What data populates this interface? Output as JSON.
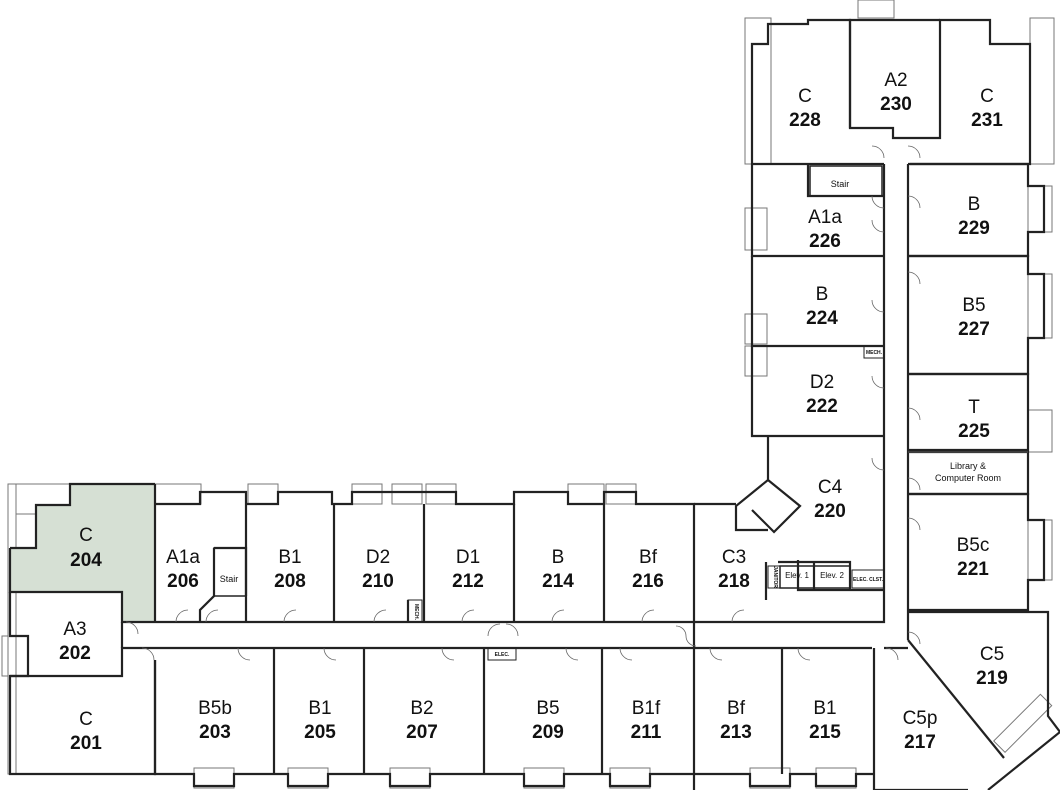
{
  "floor_plan": {
    "highlight_color": "#d6e0d4",
    "highlighted_unit": "204",
    "units": [
      {
        "type": "C",
        "number": "228"
      },
      {
        "type": "A2",
        "number": "230"
      },
      {
        "type": "C",
        "number": "231"
      },
      {
        "type": "A1a",
        "number": "226"
      },
      {
        "type": "B",
        "number": "229"
      },
      {
        "type": "B",
        "number": "224"
      },
      {
        "type": "B5",
        "number": "227"
      },
      {
        "type": "D2",
        "number": "222"
      },
      {
        "type": "T",
        "number": "225"
      },
      {
        "type": "C4",
        "number": "220"
      },
      {
        "type": "B5c",
        "number": "221"
      },
      {
        "type": "C",
        "number": "204"
      },
      {
        "type": "A1a",
        "number": "206"
      },
      {
        "type": "B1",
        "number": "208"
      },
      {
        "type": "D2",
        "number": "210"
      },
      {
        "type": "D1",
        "number": "212"
      },
      {
        "type": "B",
        "number": "214"
      },
      {
        "type": "Bf",
        "number": "216"
      },
      {
        "type": "C3",
        "number": "218"
      },
      {
        "type": "A3",
        "number": "202"
      },
      {
        "type": "C",
        "number": "201"
      },
      {
        "type": "B5b",
        "number": "203"
      },
      {
        "type": "B1",
        "number": "205"
      },
      {
        "type": "B2",
        "number": "207"
      },
      {
        "type": "B5",
        "number": "209"
      },
      {
        "type": "B1f",
        "number": "211"
      },
      {
        "type": "Bf",
        "number": "213"
      },
      {
        "type": "B1",
        "number": "215"
      },
      {
        "type": "C5p",
        "number": "217"
      },
      {
        "type": "C5",
        "number": "219"
      }
    ],
    "labels": {
      "stair_upper": "Stair",
      "stair_lower": "Stair",
      "library_line1": "Library &",
      "library_line2": "Computer Room",
      "elev1": "Elev. 1",
      "elev2": "Elev. 2",
      "mech_upper": "MECH.",
      "mech_lower": "MECH.",
      "elec_lower": "ELEC.",
      "elec_clst": "ELEC. CLST.",
      "janitor": "JANITOR"
    }
  }
}
